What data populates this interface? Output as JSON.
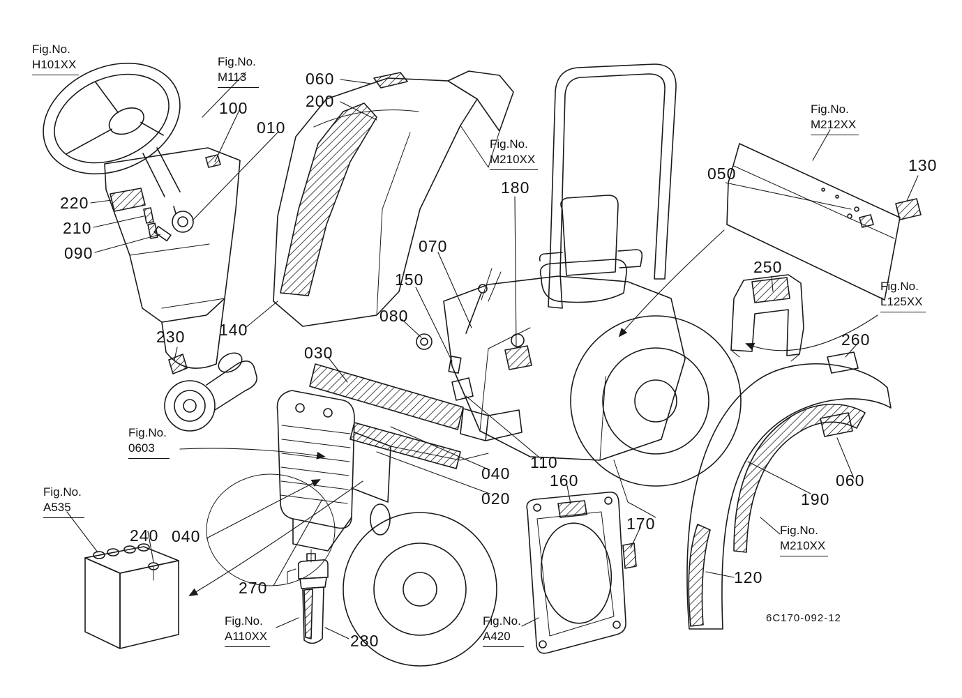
{
  "document": {
    "drawing_number": "6C170-092-12"
  },
  "figs": {
    "h101xx": {
      "prefix": "Fig.No.",
      "code": "H101XX"
    },
    "m113": {
      "prefix": "Fig.No.",
      "code": "M113"
    },
    "m210xx_top": {
      "prefix": "Fig.No.",
      "code": "M210XX"
    },
    "m212xx": {
      "prefix": "Fig.No.",
      "code": "M212XX"
    },
    "l125xx": {
      "prefix": "Fig.No.",
      "code": "L125XX"
    },
    "f0603": {
      "prefix": "Fig.No.",
      "code": "0603"
    },
    "a535": {
      "prefix": "Fig.No.",
      "code": "A535"
    },
    "a110xx": {
      "prefix": "Fig.No.",
      "code": "A110XX"
    },
    "a420": {
      "prefix": "Fig.No.",
      "code": "A420"
    },
    "m210xx_bottom": {
      "prefix": "Fig.No.",
      "code": "M210XX"
    }
  },
  "callouts": {
    "c060_top": "060",
    "c200": "200",
    "c100": "100",
    "c010": "010",
    "c220": "220",
    "c210": "210",
    "c090": "090",
    "c140": "140",
    "c230": "230",
    "c030": "030",
    "c080": "080",
    "c150": "150",
    "c070": "070",
    "c180": "180",
    "c050": "050",
    "c130": "130",
    "c250": "250",
    "c260": "260",
    "c110": "110",
    "c040_mid": "040",
    "c020": "020",
    "c160": "160",
    "c170": "170",
    "c190": "190",
    "c060_right": "060",
    "c120": "120",
    "c240": "240",
    "c040_left": "040",
    "c270": "270",
    "c280": "280"
  }
}
